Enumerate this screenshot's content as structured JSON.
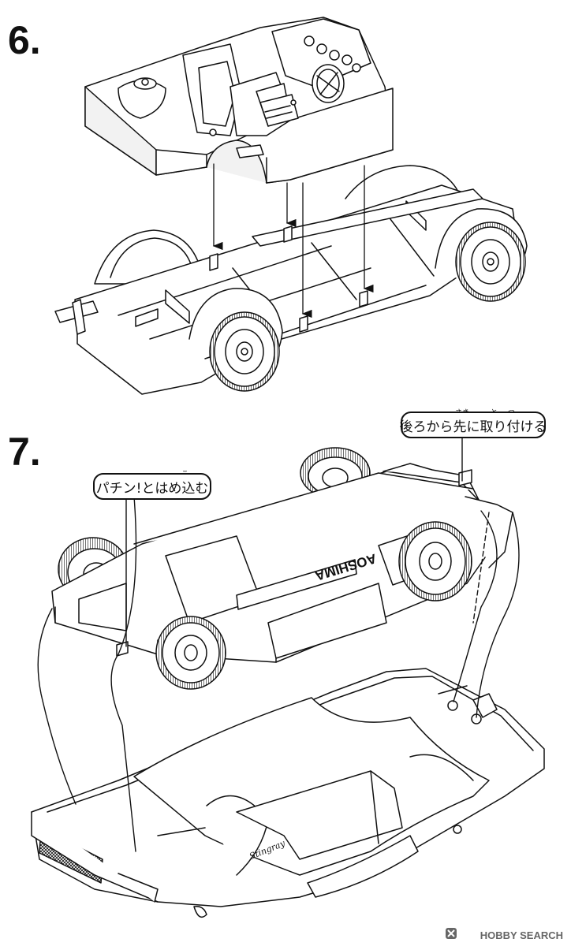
{
  "steps": [
    {
      "number": "6."
    },
    {
      "number": "7."
    }
  ],
  "callouts": {
    "rear_to_front": {
      "text": "後ろから先に取り付ける",
      "ruby": [
        "さき",
        "と",
        "つ"
      ]
    },
    "snap_in": {
      "text": "パチン!とはめ込む",
      "ruby": [
        "こ"
      ]
    }
  },
  "chassis_logo": "AOSHIMA",
  "body_emblem": "Stingray",
  "watermark": "HOBBY SEARCH",
  "icons": [
    "hobbysearch-logo-icon"
  ]
}
